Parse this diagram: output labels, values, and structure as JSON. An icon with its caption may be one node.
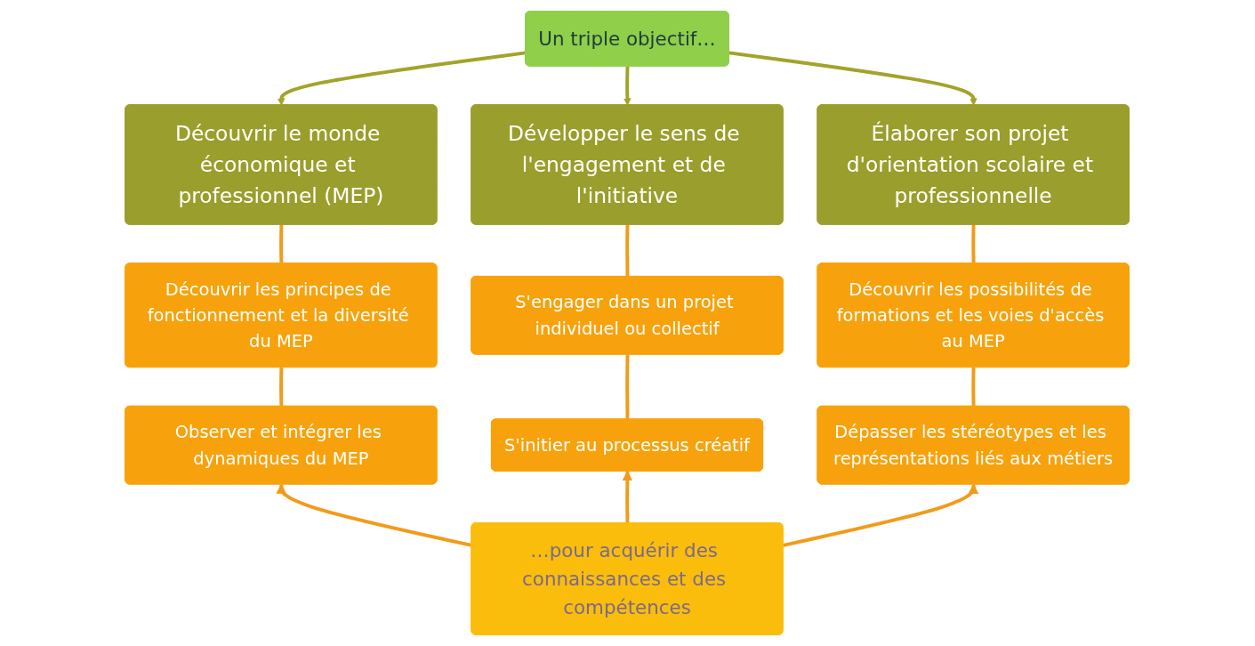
{
  "diagram": {
    "nodes": [
      {
        "text": [
          "Un triple objectif…"
        ]
      },
      {
        "text": [
          "Découvrir le monde économique et professionnel (MEP)"
        ]
      },
      {
        "text": [
          "Développer le sens de l'engagement et de l'initiative"
        ]
      },
      {
        "text": [
          "Élaborer son projet d'orientation scolaire et professionnelle"
        ]
      },
      {
        "text": [
          "Découvrir les principes de fonctionnement et la diversité du MEP"
        ]
      },
      {
        "text": [
          "S'engager dans un projet individuel ou collectif"
        ]
      },
      {
        "text": [
          "Découvrir les possibilités de formations et les voies d'accès au MEP"
        ]
      },
      {
        "text": [
          "Observer et intégrer les dynamiques du MEP"
        ]
      },
      {
        "text": [
          "S'initier au processus créatif"
        ]
      },
      {
        "text": [
          "Dépasser les stéréotypes et les représentations liés aux métiers"
        ]
      },
      {
        "text": [
          "…pour acquérir des connaissances et des compétences"
        ]
      }
    ],
    "edges": [
      {
        "from": 0,
        "to": 1,
        "arrow": "to",
        "color": "#a3a32a"
      },
      {
        "from": 0,
        "to": 2,
        "arrow": "to",
        "color": "#a3a32a"
      },
      {
        "from": 0,
        "to": 3,
        "arrow": "to",
        "color": "#a3a32a"
      },
      {
        "from": 1,
        "to": 4,
        "arrow": "none"
      },
      {
        "from": 4,
        "to": 7,
        "arrow": "none"
      },
      {
        "from": 2,
        "to": 5,
        "arrow": "none"
      },
      {
        "from": 5,
        "to": 8,
        "arrow": "none"
      },
      {
        "from": 3,
        "to": 6,
        "arrow": "none"
      },
      {
        "from": 6,
        "to": 9,
        "arrow": "none"
      },
      {
        "from": 10,
        "to": 7,
        "arrow": "to"
      },
      {
        "from": 10,
        "to": 8,
        "arrow": "to"
      },
      {
        "from": 10,
        "to": 9,
        "arrow": "to"
      }
    ]
  }
}
